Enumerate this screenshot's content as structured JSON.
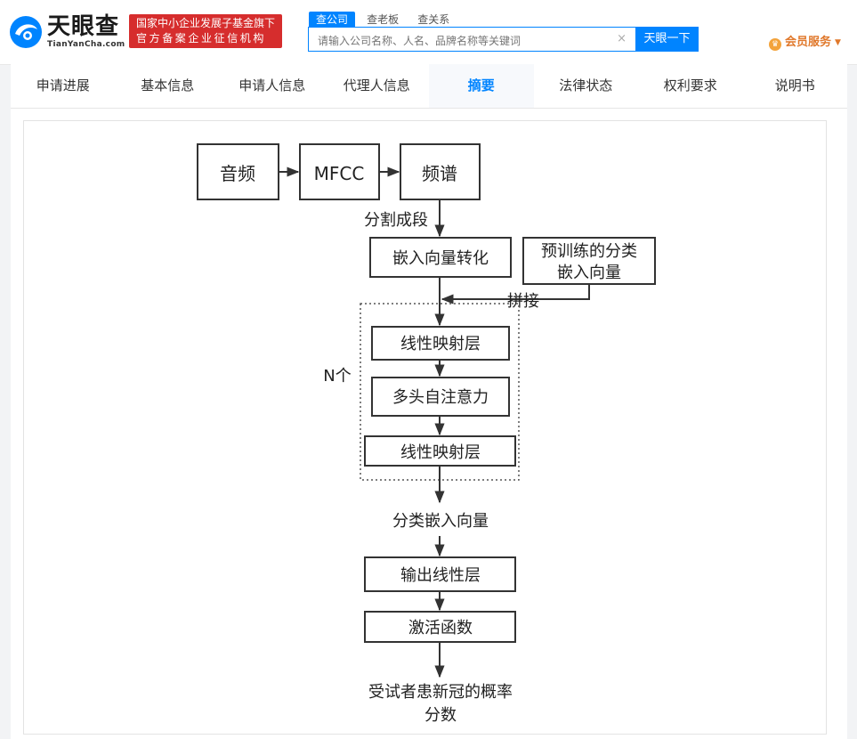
{
  "header": {
    "logo_text": "天眼查",
    "logo_sub": "TianYanCha.com",
    "badge_line1": "国家中小企业发展子基金旗下",
    "badge_line2": "官方备案企业征信机构",
    "search_tabs": [
      "查公司",
      "查老板",
      "查关系"
    ],
    "search_placeholder": "请输入公司名称、人名、品牌名称等关键词",
    "search_clear": "×",
    "search_button": "天眼一下",
    "member_label": "会员服务"
  },
  "nav": {
    "tabs": [
      "申请进展",
      "基本信息",
      "申请人信息",
      "代理人信息",
      "摘要",
      "法律状态",
      "权利要求",
      "说明书"
    ],
    "active": "摘要"
  },
  "flowchart": {
    "box_audio": "音频",
    "box_mfcc": "MFCC",
    "box_spectrum": "频谱",
    "label_split": "分割成段",
    "box_embed": "嵌入向量转化",
    "box_pretrain_line1": "预训练的分类",
    "box_pretrain_line2": "嵌入向量",
    "label_concat": "拼接",
    "label_n": "N个",
    "box_linear1": "线性映射层",
    "box_attention": "多头自注意力",
    "box_linear2": "线性映射层",
    "label_cls_embed": "分类嵌入向量",
    "box_output": "输出线性层",
    "box_activation": "激活函数",
    "label_result_line1": "受试者患新冠的概率",
    "label_result_line2": "分数"
  }
}
